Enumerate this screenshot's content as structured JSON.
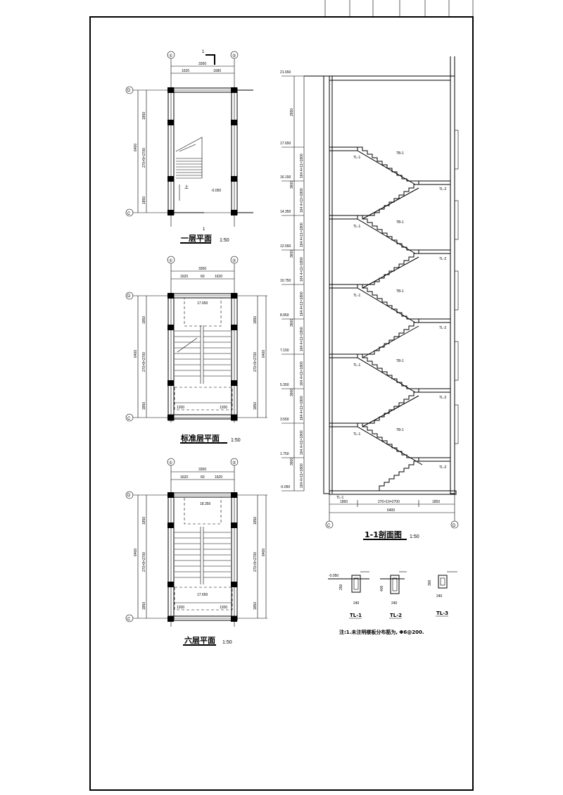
{
  "plans": [
    {
      "title": "一层平面",
      "scale": "1:50",
      "top_dims": [
        "3300",
        "1620",
        "1680"
      ],
      "left_dims": [
        "6400",
        "1850",
        "270×9=2700",
        "1850"
      ],
      "level_mark": "-0.050",
      "up_label": "上",
      "section_mark": "1"
    },
    {
      "title": "标准层平面",
      "scale": "1:50",
      "top_dims": [
        "3300",
        "1620",
        "60",
        "1620"
      ],
      "left_dims": [
        "6400",
        "1850",
        "270×9=2700",
        "1850"
      ],
      "right_dims": [
        "6400",
        "1850",
        "270×9=2700",
        "1850"
      ],
      "level_mark": "17.650",
      "lower_labels": [
        "1200",
        "1200"
      ]
    },
    {
      "title": "六层平面",
      "scale": "1:50",
      "top_dims": [
        "3300",
        "1620",
        "60",
        "1620"
      ],
      "left_dims": [
        "6400",
        "1850",
        "270×9=2700",
        "1850"
      ],
      "right_dims": [
        "6400",
        "1850",
        "270×9=2700",
        "1850"
      ],
      "level_mark": "18.350",
      "landing_mark": "17.650",
      "lower_labels": [
        "1200",
        "1200"
      ]
    }
  ],
  "grid_axes": {
    "plan_top": [
      "①",
      "②"
    ],
    "plan_left": [
      "D",
      "C"
    ]
  },
  "section": {
    "title": "1-1剖面图",
    "scale": "1:50",
    "elevations": [
      "21.650",
      "17.650",
      "16.150",
      "14.350",
      "12.550",
      "10.750",
      "8.950",
      "7.150",
      "5.350",
      "3.550",
      "1.750",
      "-0.050"
    ],
    "floor_dims": [
      "2650",
      "3600",
      "3600",
      "3600",
      "3600",
      "3600"
    ],
    "flight_dims": [
      "164.4×11=1800",
      "164.4×11=1800",
      "164.4×11=1800",
      "164.4×11=1800",
      "164.4×11=1800",
      "164.4×11=1800",
      "164.4×11=1800",
      "164.4×11=1800",
      "164.4×11=1800",
      "164.4×11=1800"
    ],
    "bottom_dims": [
      "1850",
      "270×10=2700",
      "1850"
    ],
    "total_dim": "6400",
    "axes": [
      "C",
      "D"
    ],
    "beam_labels": [
      "TB-1",
      "TL-1",
      "TL-2"
    ]
  },
  "details": [
    {
      "name": "TL-1",
      "level": "-0.050",
      "dims": [
        "250",
        "240"
      ]
    },
    {
      "name": "TL-2",
      "level": "",
      "dims": [
        "400",
        "240"
      ]
    },
    {
      "name": "TL-3",
      "level": "",
      "dims": [
        "300",
        "240"
      ]
    }
  ],
  "note": "注:1.未注明楼板分布筋为, Φ6@200."
}
